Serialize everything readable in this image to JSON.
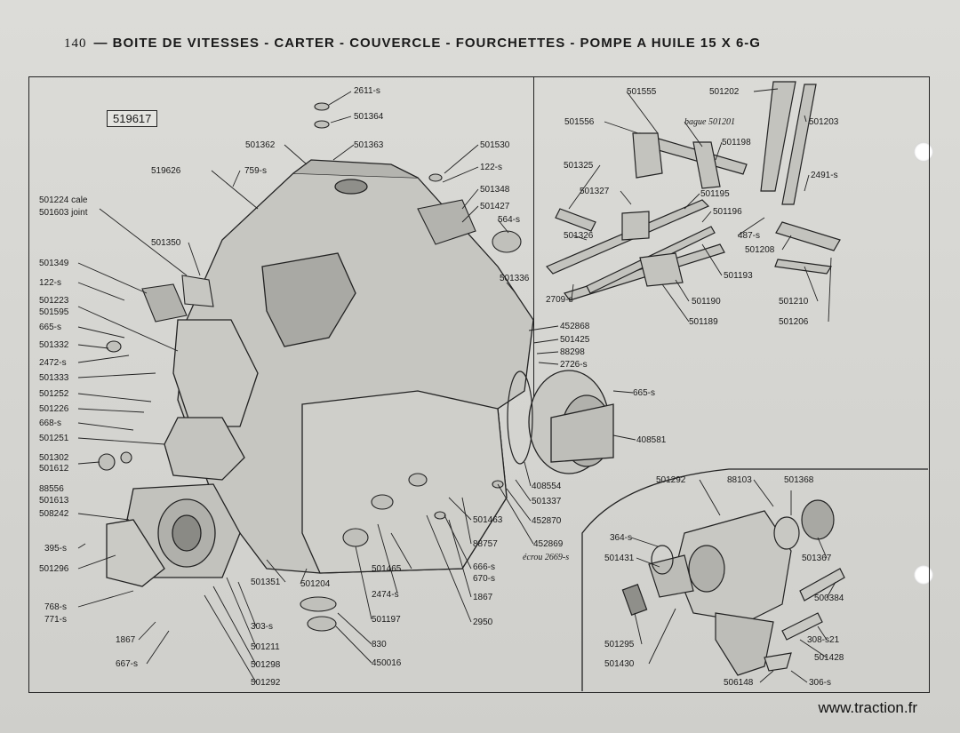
{
  "header": {
    "page_number": "140",
    "title": "— BOITE DE VITESSES - CARTER - COUVERCLE - FOURCHETTES - POMPE A HUILE 15 X 6-G"
  },
  "reference_box": "519617",
  "watermark": "www.traction.fr",
  "labels": [
    {
      "id": "l1",
      "text": "2611-s"
    },
    {
      "id": "l2",
      "text": "501364"
    },
    {
      "id": "l3",
      "text": "501362"
    },
    {
      "id": "l4",
      "text": "501363"
    },
    {
      "id": "l5",
      "text": "501530"
    },
    {
      "id": "l6",
      "text": "519626"
    },
    {
      "id": "l7",
      "text": "759-s"
    },
    {
      "id": "l8",
      "text": "122-s"
    },
    {
      "id": "l9",
      "text": "501348"
    },
    {
      "id": "l10",
      "text": "501427"
    },
    {
      "id": "l11",
      "text": "564-s"
    },
    {
      "id": "l12",
      "text": "501224 cale"
    },
    {
      "id": "l13",
      "text": "501603 joint"
    },
    {
      "id": "l14",
      "text": "501350"
    },
    {
      "id": "l15",
      "text": "501349"
    },
    {
      "id": "l16",
      "text": "122-s"
    },
    {
      "id": "l17",
      "text": "501223"
    },
    {
      "id": "l18",
      "text": "501595"
    },
    {
      "id": "l19",
      "text": "665-s"
    },
    {
      "id": "l20",
      "text": "501332"
    },
    {
      "id": "l21",
      "text": "2472-s"
    },
    {
      "id": "l22",
      "text": "501333"
    },
    {
      "id": "l23",
      "text": "501252"
    },
    {
      "id": "l24",
      "text": "501226"
    },
    {
      "id": "l25",
      "text": "668-s"
    },
    {
      "id": "l26",
      "text": "501251"
    },
    {
      "id": "l27",
      "text": "501302"
    },
    {
      "id": "l28",
      "text": "501612"
    },
    {
      "id": "l29",
      "text": "88556"
    },
    {
      "id": "l30",
      "text": "501613"
    },
    {
      "id": "l31",
      "text": "508242"
    },
    {
      "id": "l32",
      "text": "395-s"
    },
    {
      "id": "l33",
      "text": "501296"
    },
    {
      "id": "l34",
      "text": "768-s"
    },
    {
      "id": "l35",
      "text": "771-s"
    },
    {
      "id": "l36",
      "text": "1867"
    },
    {
      "id": "l37",
      "text": "667-s"
    },
    {
      "id": "l38",
      "text": "501351"
    },
    {
      "id": "l39",
      "text": "303-s"
    },
    {
      "id": "l40",
      "text": "501211"
    },
    {
      "id": "l41",
      "text": "501298"
    },
    {
      "id": "l42",
      "text": "501292"
    },
    {
      "id": "l43",
      "text": "501204"
    },
    {
      "id": "l44",
      "text": "2474-s"
    },
    {
      "id": "l45",
      "text": "501465"
    },
    {
      "id": "l46",
      "text": "830"
    },
    {
      "id": "l47",
      "text": "450016"
    },
    {
      "id": "l48",
      "text": "501197"
    },
    {
      "id": "l49",
      "text": "2950"
    },
    {
      "id": "l50",
      "text": "1867"
    },
    {
      "id": "l51",
      "text": "666-s"
    },
    {
      "id": "l52",
      "text": "670-s"
    },
    {
      "id": "l53",
      "text": "88757"
    },
    {
      "id": "l54",
      "text": "501463"
    },
    {
      "id": "l55",
      "text": "452869"
    },
    {
      "id": "l56",
      "text": "écrou 2669-s"
    },
    {
      "id": "l57",
      "text": "452870"
    },
    {
      "id": "l58",
      "text": "501337"
    },
    {
      "id": "l59",
      "text": "408554"
    },
    {
      "id": "l60",
      "text": "408581"
    },
    {
      "id": "l61",
      "text": "665-s"
    },
    {
      "id": "l62",
      "text": "452868"
    },
    {
      "id": "l63",
      "text": "501425"
    },
    {
      "id": "l64",
      "text": "88298"
    },
    {
      "id": "l65",
      "text": "2726-s"
    },
    {
      "id": "l66",
      "text": "501336"
    },
    {
      "id": "l67",
      "text": "2709-s"
    },
    {
      "id": "l68",
      "text": "501555"
    },
    {
      "id": "l69",
      "text": "501556"
    },
    {
      "id": "l70",
      "text": "bague 501201"
    },
    {
      "id": "l71",
      "text": "501198"
    },
    {
      "id": "l72",
      "text": "501202"
    },
    {
      "id": "l73",
      "text": "501203"
    },
    {
      "id": "l74",
      "text": "2491-s"
    },
    {
      "id": "l75",
      "text": "501325"
    },
    {
      "id": "l76",
      "text": "501327"
    },
    {
      "id": "l77",
      "text": "501195"
    },
    {
      "id": "l78",
      "text": "501196"
    },
    {
      "id": "l79",
      "text": "501326"
    },
    {
      "id": "l80",
      "text": "487-s"
    },
    {
      "id": "l81",
      "text": "501208"
    },
    {
      "id": "l82",
      "text": "501193"
    },
    {
      "id": "l83",
      "text": "501190"
    },
    {
      "id": "l84",
      "text": "501189"
    },
    {
      "id": "l85",
      "text": "501210"
    },
    {
      "id": "l86",
      "text": "501206"
    },
    {
      "id": "l87",
      "text": "501292"
    },
    {
      "id": "l88",
      "text": "88103"
    },
    {
      "id": "l89",
      "text": "501368"
    },
    {
      "id": "l90",
      "text": "364-s"
    },
    {
      "id": "l91",
      "text": "501431"
    },
    {
      "id": "l92",
      "text": "501367"
    },
    {
      "id": "l93",
      "text": "500384"
    },
    {
      "id": "l94",
      "text": "308-s21"
    },
    {
      "id": "l95",
      "text": "501428"
    },
    {
      "id": "l96",
      "text": "501295"
    },
    {
      "id": "l97",
      "text": "501430"
    },
    {
      "id": "l98",
      "text": "506148"
    },
    {
      "id": "l99",
      "text": "306-s"
    }
  ]
}
